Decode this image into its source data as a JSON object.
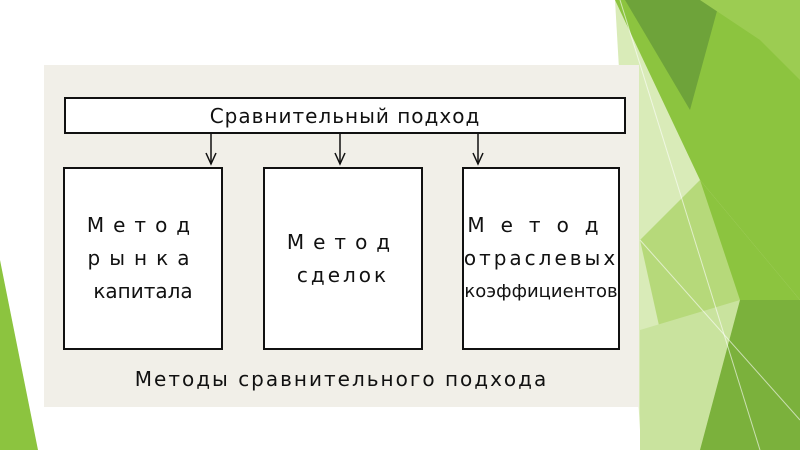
{
  "colors": {
    "figure_bg": "#f1efe8",
    "box_border": "#111111",
    "green_dark": "#6ea33a",
    "green_mid": "#8cc43f",
    "green_light": "#b6d97a",
    "green_pale": "#d9ebb8"
  },
  "diagram": {
    "top": "Сравнительный подход",
    "methods": [
      {
        "lines": [
          "Метод",
          "рынка",
          "капитала"
        ]
      },
      {
        "lines": [
          "Метод",
          "сделок"
        ]
      },
      {
        "lines": [
          "Метод",
          "отраслевых",
          "коэффициентов"
        ]
      }
    ],
    "caption": "Методы сравнительного подхода"
  }
}
